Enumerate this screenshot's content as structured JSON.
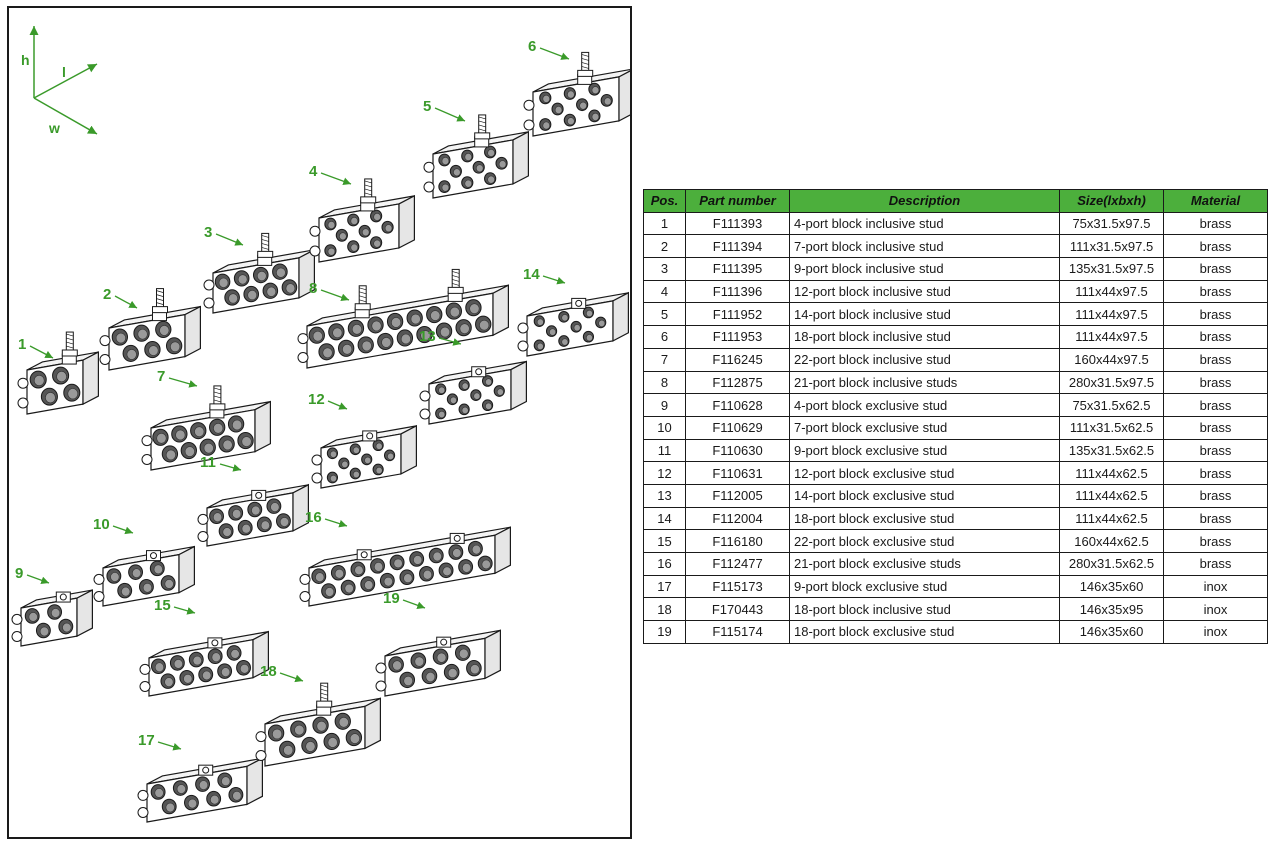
{
  "drawing": {
    "axes": {
      "h": "h",
      "l": "l",
      "w": "w"
    },
    "positions": [
      "1",
      "2",
      "3",
      "4",
      "5",
      "6",
      "7",
      "8",
      "9",
      "10",
      "11",
      "12",
      "13",
      "14",
      "15",
      "16",
      "17",
      "18",
      "19"
    ],
    "accent_color": "#3a9a2a"
  },
  "table": {
    "header_color": "#4caf3c",
    "headers": [
      "Pos.",
      "Part number",
      "Description",
      "Size(lxbxh)",
      "Material"
    ],
    "rows": [
      [
        "1",
        "F111393",
        "4-port block inclusive stud",
        "75x31.5x97.5",
        "brass"
      ],
      [
        "2",
        "F111394",
        "7-port block inclusive stud",
        "111x31.5x97.5",
        "brass"
      ],
      [
        "3",
        "F111395",
        "9-port block inclusive stud",
        "135x31.5x97.5",
        "brass"
      ],
      [
        "4",
        "F111396",
        "12-port block inclusive stud",
        "111x44x97.5",
        "brass"
      ],
      [
        "5",
        "F111952",
        "14-port block inclusive stud",
        "111x44x97.5",
        "brass"
      ],
      [
        "6",
        "F111953",
        "18-port block inclusive stud",
        "111x44x97.5",
        "brass"
      ],
      [
        "7",
        "F116245",
        "22-port block inclusive stud",
        "160x44x97.5",
        "brass"
      ],
      [
        "8",
        "F112875",
        "21-port block inclusive studs",
        "280x31.5x97.5",
        "brass"
      ],
      [
        "9",
        "F110628",
        "4-port block exclusive stud",
        "75x31.5x62.5",
        "brass"
      ],
      [
        "10",
        "F110629",
        "7-port block exclusive stud",
        "111x31.5x62.5",
        "brass"
      ],
      [
        "11",
        "F110630",
        "9-port block exclusive stud",
        "135x31.5x62.5",
        "brass"
      ],
      [
        "12",
        "F110631",
        "12-port block exclusive stud",
        "111x44x62.5",
        "brass"
      ],
      [
        "13",
        "F112005",
        "14-port block exclusive stud",
        "111x44x62.5",
        "brass"
      ],
      [
        "14",
        "F112004",
        "18-port block exclusive stud",
        "111x44x62.5",
        "brass"
      ],
      [
        "15",
        "F116180",
        "22-port block exclusive stud",
        "160x44x62.5",
        "brass"
      ],
      [
        "16",
        "F112477",
        "21-port block exclusive studs",
        "280x31.5x62.5",
        "brass"
      ],
      [
        "17",
        "F115173",
        "9-port block exclusive stud",
        "146x35x60",
        "inox"
      ],
      [
        "18",
        "F170443",
        "18-port block inclusive stud",
        "146x35x95",
        "inox"
      ],
      [
        "19",
        "F115174",
        "18-port block exclusive stud",
        "146x35x60",
        "inox"
      ]
    ]
  }
}
